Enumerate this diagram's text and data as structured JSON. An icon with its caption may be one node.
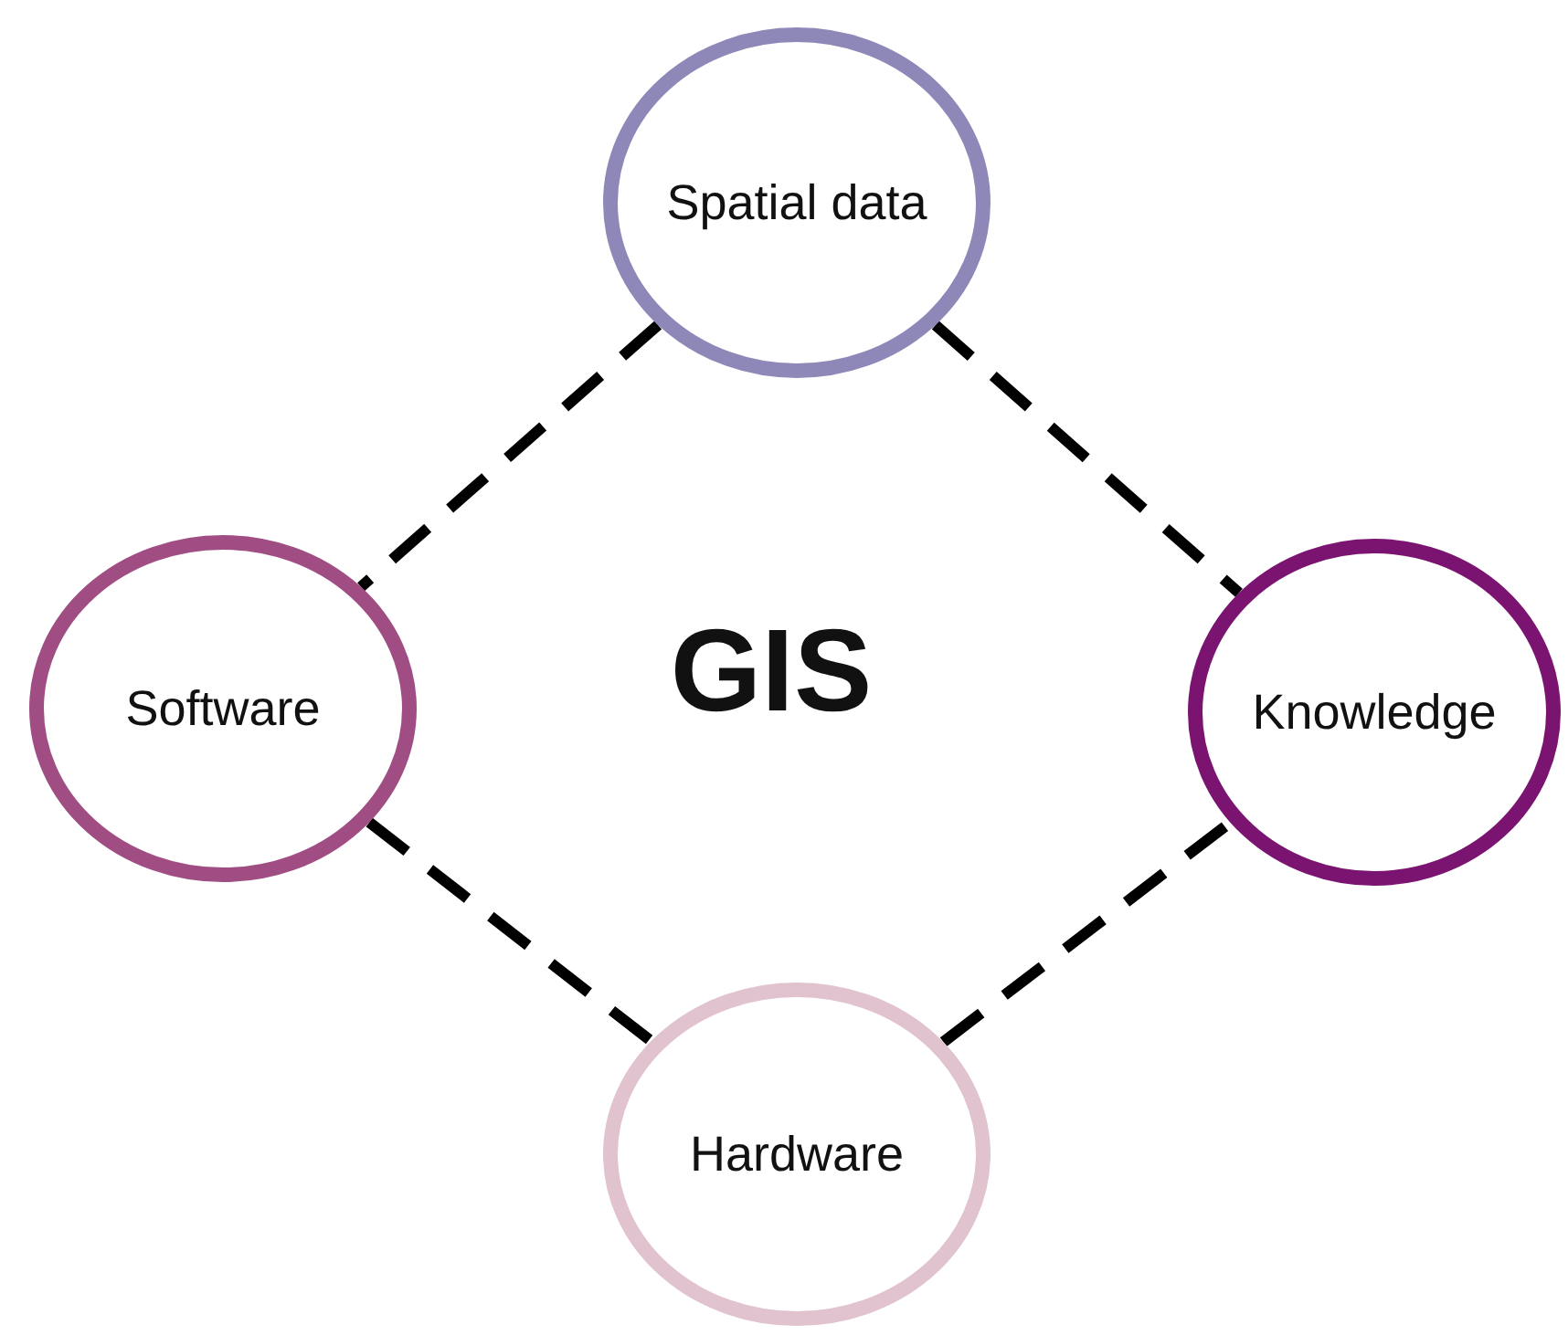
{
  "diagram": {
    "title": "GIS",
    "nodes": [
      {
        "text": [
          "Spatial data"
        ]
      },
      {
        "text": [
          "Software"
        ]
      },
      {
        "text": [
          "Knowledge"
        ]
      },
      {
        "text": [
          "Hardware"
        ]
      }
    ],
    "edges": [
      {
        "from": 0,
        "to": 1,
        "arrow": "none",
        "style": "dashed"
      },
      {
        "from": 0,
        "to": 2,
        "arrow": "none",
        "style": "dashed"
      },
      {
        "from": 1,
        "to": 3,
        "arrow": "none",
        "style": "dashed"
      },
      {
        "from": 3,
        "to": 2,
        "arrow": "none",
        "style": "dashed"
      }
    ]
  }
}
